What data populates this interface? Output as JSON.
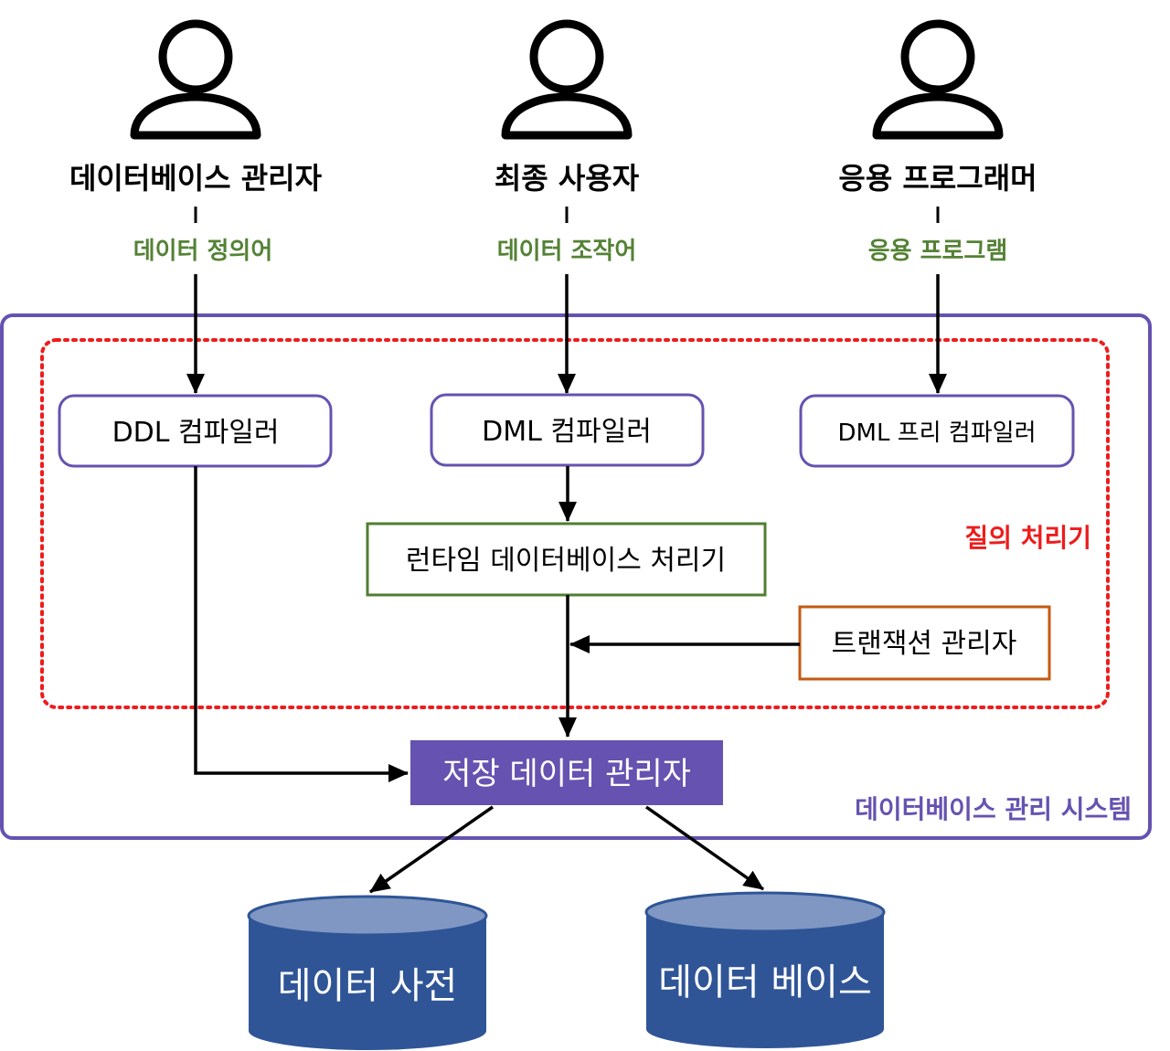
{
  "colors": {
    "purple": "#6652b0",
    "red": "#ee1c1c",
    "green": "#548235",
    "green_box": "#507e32",
    "orange": "#c55a11",
    "db_body": "#2f5597",
    "db_top": "#7f97c2",
    "storage_fill": "#6652b0",
    "arrow": "#000000"
  },
  "actors": [
    {
      "icon": "user-icon",
      "label": "데이터베이스 관리자",
      "language": "데이터 정의어"
    },
    {
      "icon": "user-icon",
      "label": "최종 사용자",
      "language": "데이터 조작어"
    },
    {
      "icon": "user-icon",
      "label": "응용 프로그래머",
      "language": "응용 프로그램"
    }
  ],
  "system": {
    "label": "데이터베이스 관리 시스템"
  },
  "query_processor": {
    "label": "질의 처리기",
    "compilers": [
      "DDL 컴파일러",
      "DML 컴파일러",
      "DML 프리 컴파일러"
    ],
    "runtime_processor": "런타임 데이터베이스 처리기",
    "transaction_manager": "트랜잭션 관리자"
  },
  "storage_manager": {
    "label": "저장 데이터 관리자"
  },
  "databases": [
    "데이터 사전",
    "데이터 베이스"
  ]
}
